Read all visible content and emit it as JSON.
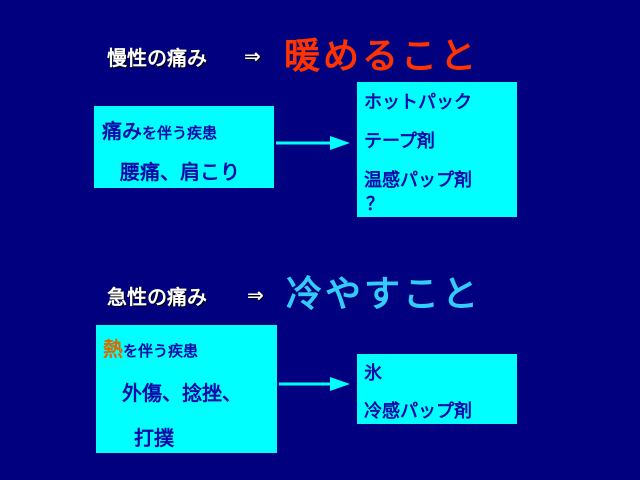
{
  "chronic": {
    "heading": "慢性の痛み",
    "implies": "⇒",
    "remedy": "暖めること",
    "cause_box": {
      "emphasis": "痛み",
      "rest": "を伴う疾患",
      "examples": "腰痛、肩こり"
    },
    "treatments": [
      "ホットパック",
      "テープ剤",
      "温感パップ剤",
      "？"
    ]
  },
  "acute": {
    "heading": "急性の痛み",
    "implies": "⇒",
    "remedy": "冷やすこと",
    "cause_box": {
      "emphasis": "熱",
      "rest": "を伴う疾患",
      "examples_line1": "外傷、捻挫、",
      "examples_line2": "打撲"
    },
    "treatments": [
      "氷",
      "冷感パップ剤"
    ]
  },
  "colors": {
    "background": "#01017f",
    "box_fill": "#00ffff",
    "box_text": "#0a0aa8",
    "warm_accent": "#ff3300",
    "cool_accent": "#33ccff",
    "heat_accent": "#d96a00",
    "arrow": "#00ffff"
  }
}
